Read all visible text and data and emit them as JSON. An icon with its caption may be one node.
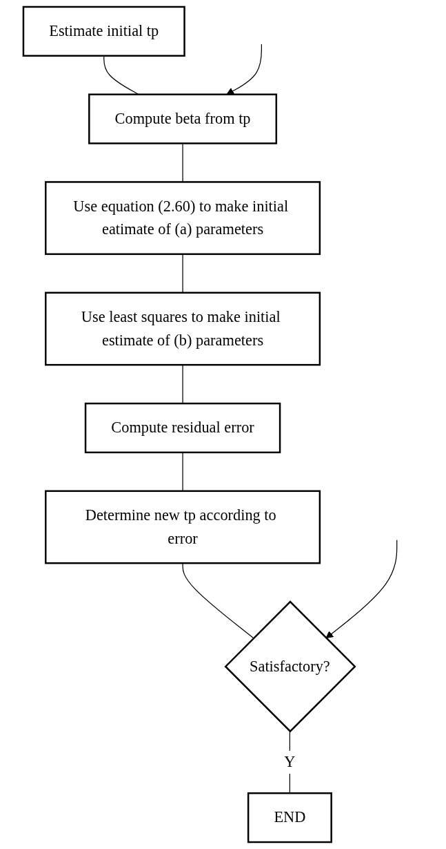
{
  "diagram": {
    "nodes": [
      {
        "text": [
          "Estimate initial tp"
        ]
      },
      {
        "text": [
          "Compute beta from tp"
        ]
      },
      {
        "text": [
          "Use equation (2.60) to make initial eatimate of (a) parameters"
        ]
      },
      {
        "text": [
          "Use least squares to make initial estimate of (b) parameters"
        ]
      },
      {
        "text": [
          "Compute residual error"
        ]
      },
      {
        "text": [
          "Determine new tp according to error"
        ]
      },
      {
        "text": [
          "Satisfactory?"
        ]
      },
      {
        "text": [
          "END"
        ]
      }
    ],
    "edges": [
      {
        "from": 0,
        "to": 1,
        "arrow": "none"
      },
      {
        "from": 1,
        "to": 2,
        "arrow": "none"
      },
      {
        "from": 2,
        "to": 3,
        "arrow": "none"
      },
      {
        "from": 3,
        "to": 4,
        "arrow": "none"
      },
      {
        "from": 4,
        "to": 5,
        "arrow": "none"
      },
      {
        "from": 5,
        "to": 6,
        "arrow": "none"
      },
      {
        "from": 6,
        "to": 7,
        "arrow": "none",
        "label": "Y"
      },
      {
        "from": null,
        "to": 1,
        "arrow": "to"
      },
      {
        "from": null,
        "to": 6,
        "arrow": "to"
      }
    ]
  }
}
